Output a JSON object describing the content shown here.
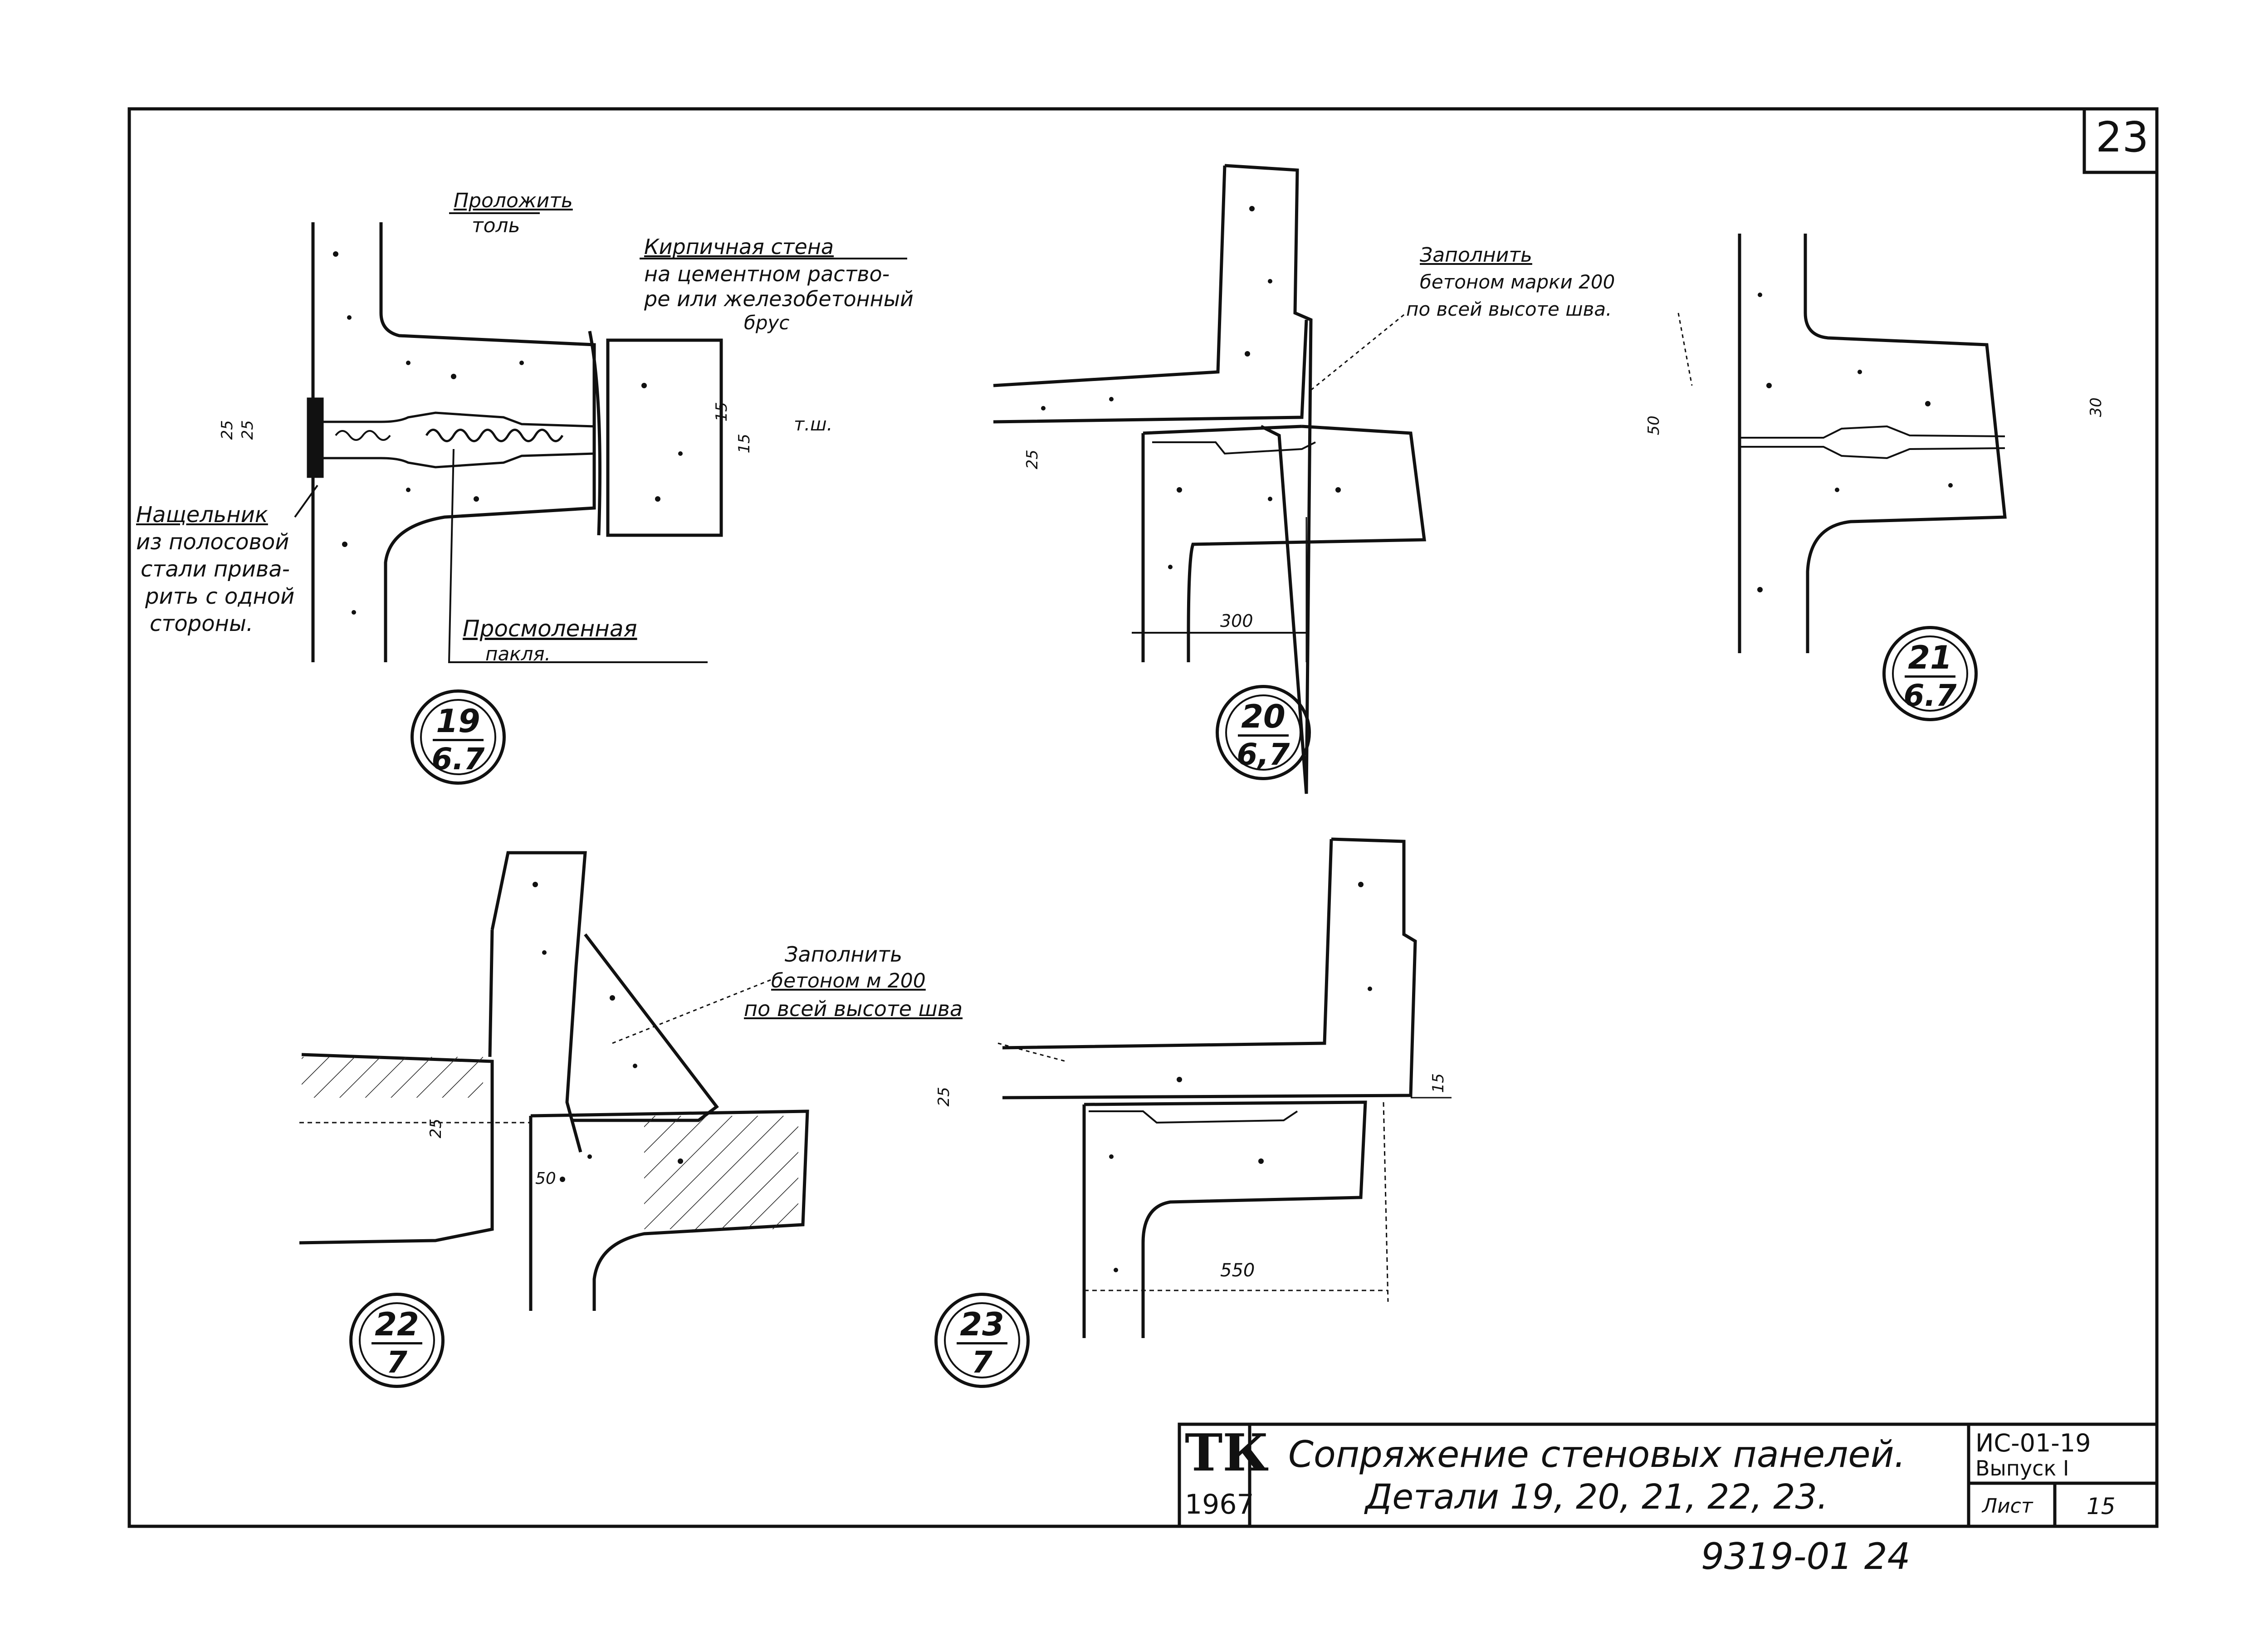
{
  "sheet": {
    "sheet_corner_number": "23",
    "bottom_stamp": "9319-01  24"
  },
  "details": [
    {
      "id": "19",
      "ref": "6.7"
    },
    {
      "id": "20",
      "ref": "6,7"
    },
    {
      "id": "21",
      "ref": "6.7"
    },
    {
      "id": "22",
      "ref": "7"
    },
    {
      "id": "23",
      "ref": "7"
    }
  ],
  "notes": {
    "lay_tol_line1": "Проложить",
    "lay_tol_line2": "толь",
    "brick_wall_line1": "Кирпичная стена",
    "brick_wall_line2": "на цементном раство-",
    "brick_wall_line3": "ре или железобетонный",
    "brick_wall_line4": "брус",
    "cover_strip_line1": "Нащельник",
    "cover_strip_line2": "из полосовой",
    "cover_strip_line3": "стали прива-",
    "cover_strip_line4": "рить с одной",
    "cover_strip_line5": "стороны.",
    "tarred_oakum_line1": "Просмоленная",
    "tarred_oakum_line2": "пакля.",
    "fill_concrete_20_line1": "Заполнить",
    "fill_concrete_20_line2": "бетоном марки 200",
    "fill_concrete_20_line3": "по всей высоте шва.",
    "fill_concrete_22_line1": "Заполнить",
    "fill_concrete_22_line2": "бетоном  м 200",
    "fill_concrete_22_line3": "по всей высоте шва",
    "joint_abbrev": "т.ш."
  },
  "dimensions": {
    "d19_a": "25",
    "d19_b": "25",
    "d19_c": "15",
    "d19_d": "15",
    "d20_gap": "25",
    "d20_len": "300",
    "d21_a": "50",
    "d21_b": "30",
    "d22_gap": "25",
    "d22_b": "50",
    "d23_gap": "25",
    "d23_b": "15",
    "d23_len": "550"
  },
  "title_block": {
    "org_mark": "ТК",
    "year": "1967",
    "title_line1": "Сопряжение стеновых панелей.",
    "title_line2": "Детали 19, 20, 21, 22, 23.",
    "series": "ИС-01-19",
    "issue": "Выпуск I",
    "sheet_label": "Лист",
    "sheet_number": "15"
  }
}
